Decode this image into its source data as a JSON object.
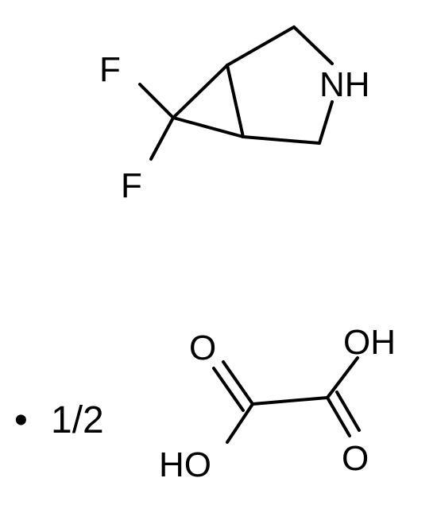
{
  "amine": {
    "atoms": {
      "f_top": "F",
      "f_bottom": "F",
      "nh": "NH"
    }
  },
  "salt": {
    "bullet": "•",
    "ratio": "1/2"
  },
  "oxalic_acid": {
    "atoms": {
      "o_top_left": "O",
      "oh_top_right": "OH",
      "ho_bottom_left": "HO",
      "o_bottom_right": "O"
    }
  }
}
